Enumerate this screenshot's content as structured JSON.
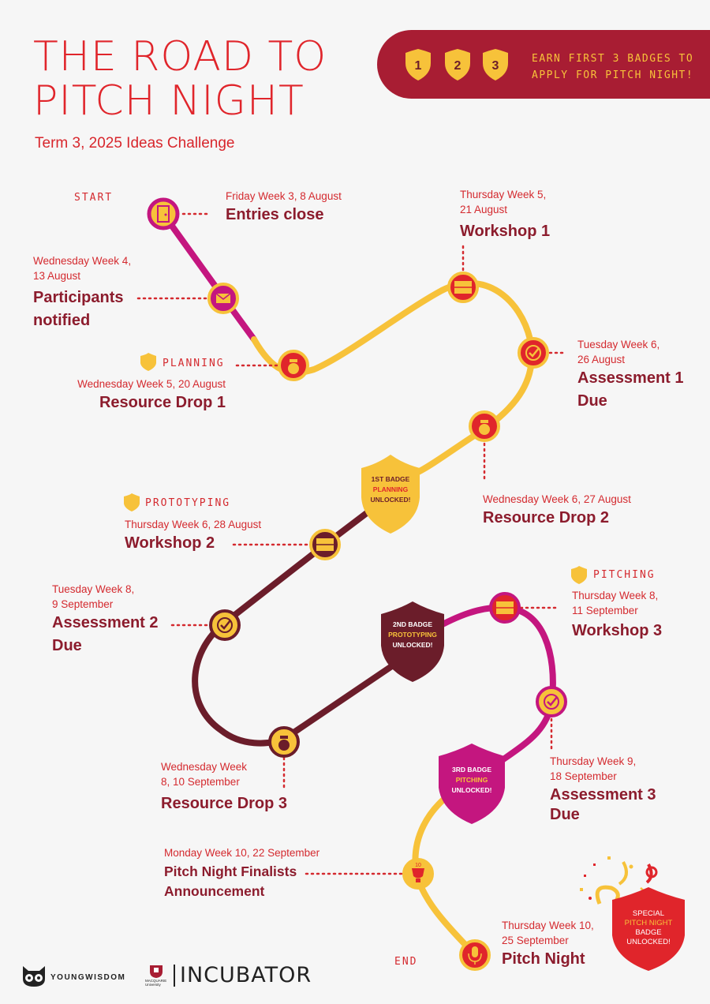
{
  "header": {
    "title_line1": "THE ROAD TO",
    "title_line2": "PITCH NIGHT",
    "subtitle": "Term 3, 2025 Ideas Challenge"
  },
  "banner": {
    "badges": [
      "1",
      "2",
      "3"
    ],
    "text_line1": "EARN FIRST 3 BADGES TO",
    "text_line2": "APPLY FOR PITCH NIGHT!"
  },
  "labels": {
    "start": "START",
    "end": "END"
  },
  "stages": {
    "planning": "PLANNING",
    "prototyping": "PROTOTYPING",
    "pitching": "PITCHING"
  },
  "milestones": {
    "entries_close": {
      "date": "Friday Week 3, 8 August",
      "event": "Entries close"
    },
    "participants_notified": {
      "date_line1": "Wednesday Week 4,",
      "date_line2": "13 August",
      "event_line1": "Participants",
      "event_line2": "notified"
    },
    "resource_drop_1": {
      "date": "Wednesday Week 5, 20 August",
      "event": "Resource Drop 1"
    },
    "workshop_1": {
      "date_line1": "Thursday Week 5,",
      "date_line2": "21 August",
      "event": "Workshop 1"
    },
    "assessment_1": {
      "date_line1": "Tuesday Week 6,",
      "date_line2": "26 August",
      "event_line1": "Assessment 1",
      "event_line2": "Due"
    },
    "resource_drop_2": {
      "date": "Wednesday Week 6, 27 August",
      "event": "Resource Drop 2"
    },
    "workshop_2": {
      "date": "Thursday Week 6, 28 August",
      "event": "Workshop 2"
    },
    "assessment_2": {
      "date_line1": "Tuesday Week 8,",
      "date_line2": "9 September",
      "event_line1": "Assessment 2",
      "event_line2": "Due"
    },
    "workshop_3": {
      "date_line1": "Thursday Week 8,",
      "date_line2": "11 September",
      "event": "Workshop 3"
    },
    "resource_drop_3": {
      "date_line1": "Wednesday Week",
      "date_line2": "8, 10 September",
      "event": "Resource Drop 3"
    },
    "assessment_3": {
      "date_line1": "Thursday Week 9,",
      "date_line2": "18 September",
      "event_line1": "Assessment 3",
      "event_line2": "Due"
    },
    "finalists": {
      "date": "Monday Week 10, 22 September",
      "event_line1": "Pitch Night Finalists",
      "event_line2": "Announcement"
    },
    "pitch_night": {
      "date_line1": "Thursday Week 10,",
      "date_line2": "25 September",
      "event": "Pitch Night"
    }
  },
  "badges": {
    "first": {
      "line1": "1ST BADGE",
      "line2": "PLANNING",
      "line3": "UNLOCKED!"
    },
    "second": {
      "line1": "2ND BADGE",
      "line2": "PROTOTYPING",
      "line3": "UNLOCKED!"
    },
    "third": {
      "line1": "3RD BADGE",
      "line2": "PITCHING",
      "line3": "UNLOCKED!"
    },
    "special": {
      "line1": "SPECIAL",
      "line2": "PITCH NIGHT",
      "line3": "BADGE",
      "line4": "UNLOCKED!"
    }
  },
  "icons": {
    "finalists_trophy_number": "10"
  },
  "footer": {
    "youngwisdom": "YOUNGWISDOM",
    "macquarie_line1": "MACQUARIE",
    "macquarie_line2": "University",
    "incubator": "INCUBATOR"
  },
  "colors": {
    "red": "#e0252b",
    "maroon": "#a81d33",
    "dark_maroon": "#6b1d2a",
    "yellow": "#f7c23a",
    "magenta": "#c4167f"
  }
}
